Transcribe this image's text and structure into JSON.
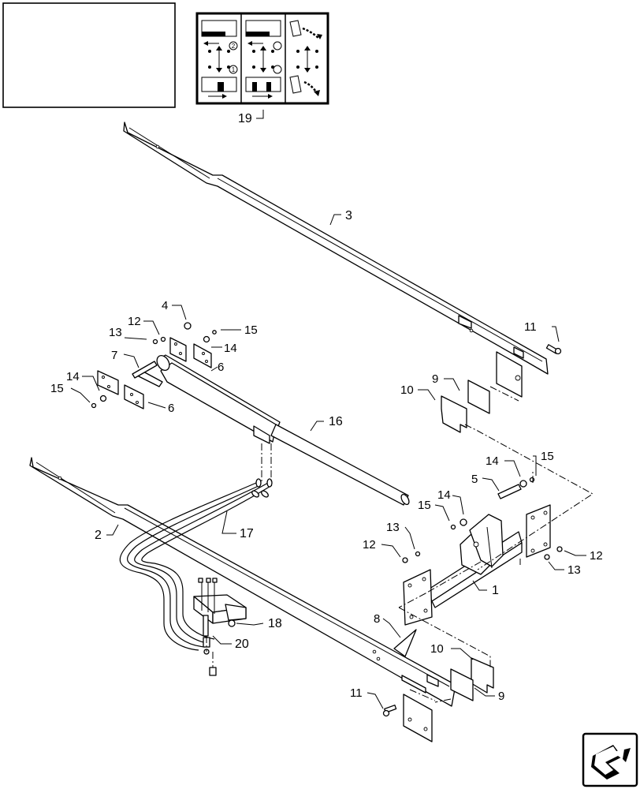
{
  "callouts": {
    "c1": "1",
    "c2": "2",
    "c3": "3",
    "c4": "4",
    "c5": "5",
    "c6a": "6",
    "c6b": "6",
    "c7": "7",
    "c8": "8",
    "c9a": "9",
    "c9b": "9",
    "c10a": "10",
    "c10b": "10",
    "c11a": "11",
    "c11b": "11",
    "c12a": "12",
    "c12b": "12",
    "c12c": "12",
    "c13a": "13",
    "c13b": "13",
    "c13c": "13",
    "c14a": "14",
    "c14b": "14",
    "c14c": "14",
    "c14d": "14",
    "c15a": "15",
    "c15b": "15",
    "c15c": "15",
    "c15d": "15",
    "c16": "16",
    "c17": "17",
    "c18": "18",
    "c19": "19",
    "c20": "20"
  },
  "decal": {
    "badge_2": "2",
    "badge_1": "1"
  },
  "icons": {
    "navigation": "next-page-arrow-icon"
  }
}
